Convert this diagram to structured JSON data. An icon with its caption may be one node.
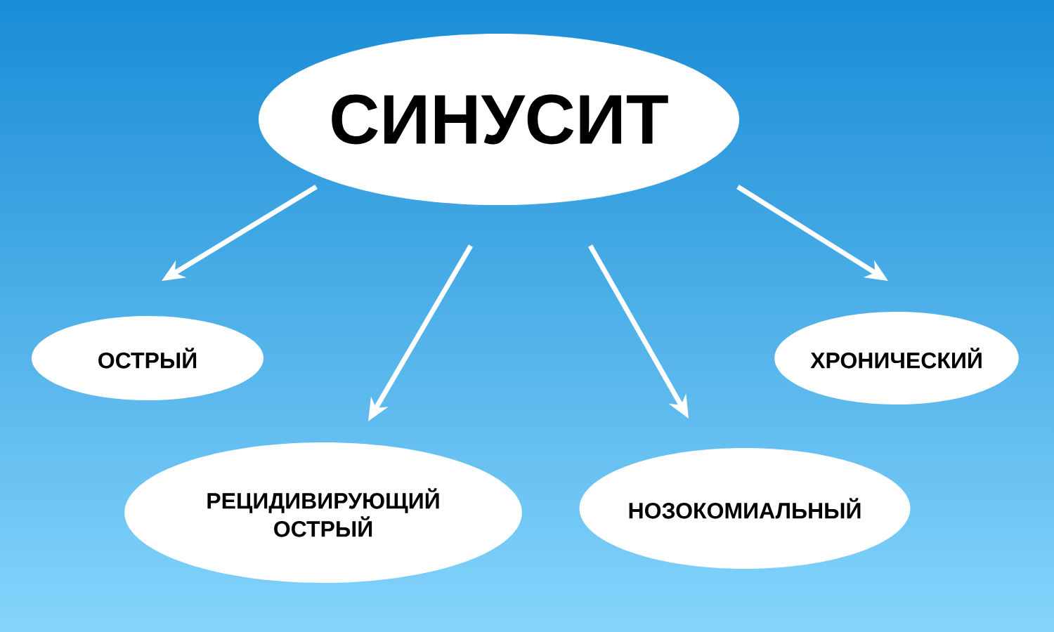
{
  "diagram": {
    "nodes": [
      {
        "text": [
          "СИНУСИТ"
        ]
      },
      {
        "text": [
          "ОСТРЫЙ"
        ]
      },
      {
        "text": [
          "РЕЦИДИВИРУЮЩИЙ ОСТРЫЙ"
        ]
      },
      {
        "text": [
          "НОЗОКОМИАЛЬНЫЙ"
        ]
      },
      {
        "text": [
          "ХРОНИЧЕСКИЙ"
        ]
      }
    ],
    "edges": [
      {
        "from": 0,
        "to": 1,
        "arrow": "to"
      },
      {
        "from": 0,
        "to": 2,
        "arrow": "to"
      },
      {
        "from": 0,
        "to": 3,
        "arrow": "to"
      },
      {
        "from": 0,
        "to": 4,
        "arrow": "to"
      }
    ]
  }
}
